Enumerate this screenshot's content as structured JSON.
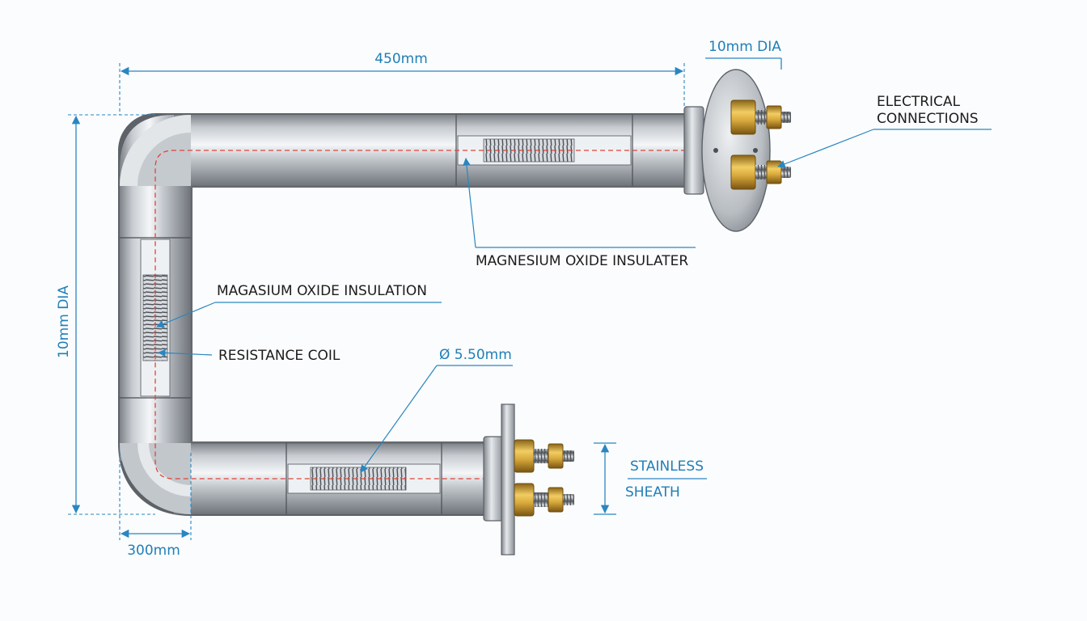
{
  "labels": {
    "top_length": "450mm",
    "flange_diameter": "10mm DIA",
    "electrical_connections_line1": "ELECTRICAL",
    "electrical_connections_line2": "CONNECTIONS",
    "magnesium_oxide_insulater": "MAGNESIUM OXIDE INSULATER",
    "magasium_oxide_insulation": "MAGASIUM OXIDE INSULATION",
    "resistance_coil": "RESISTANCE COIL",
    "tube_diameter": "Ø 5.50mm",
    "left_height": "10mm DIA",
    "bottom_width": "300mm",
    "sheath_line1": "STAINLESS",
    "sheath_line2": "SHEATH"
  },
  "colors": {
    "dimension_blue": "#2a86c1",
    "label_dark": "#1c1c1c",
    "steel_mid": "#b9bec4",
    "brass": "#d8a93b",
    "coil_red_dash": "#e0433a"
  }
}
